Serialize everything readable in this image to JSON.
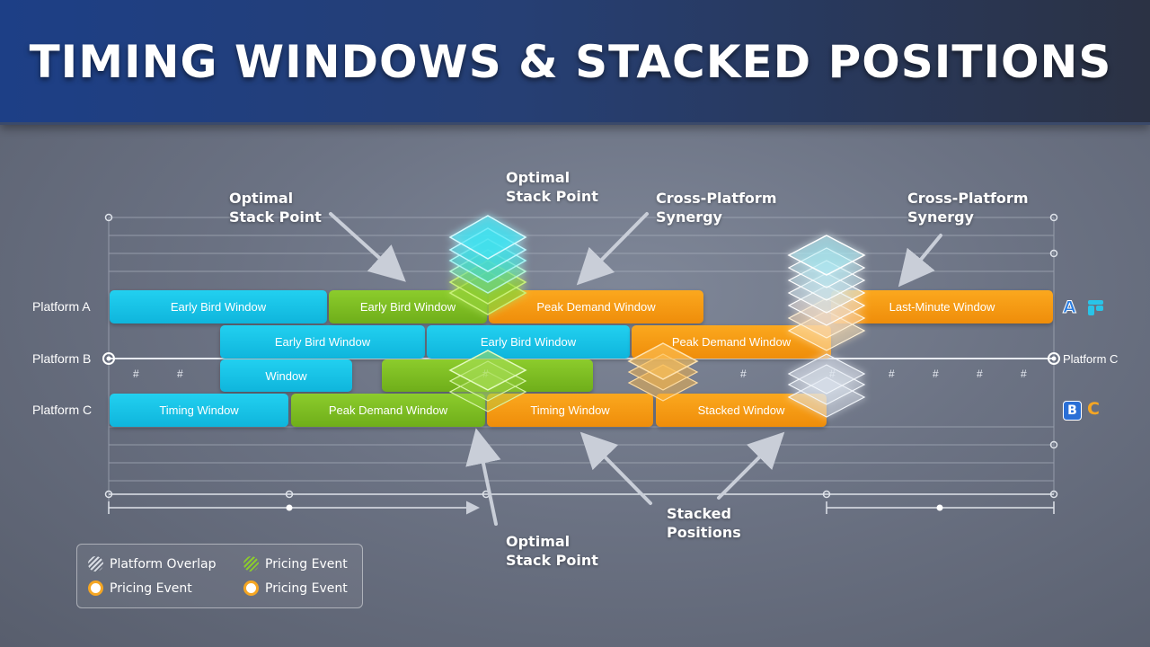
{
  "header": {
    "title": "TIMING WINDOWS & STACKED POSITIONS"
  },
  "rows": {
    "platform_a": "Platform A",
    "platform_b": "Platform B",
    "platform_c": "Platform C",
    "right_b": "Platform C"
  },
  "bars": {
    "a1": "Early Bird Window",
    "a2": "Early Bird Window",
    "a3": "Peak Demand Window",
    "a4": "Last-Minute Window",
    "b1": "Early Bird Window",
    "b2": "Early Bird Window",
    "b3": "Peak Demand Window",
    "b4": "Window",
    "c1": "Timing Window",
    "c2": "Peak Demand Window",
    "c3": "Timing Window",
    "c4": "Stacked Window"
  },
  "annotations": {
    "optimal_1": "Optimal\nStack Point",
    "optimal_2": "Optimal\nStack Point",
    "synergy_1": "Cross-Platform\nSynergy",
    "synergy_2": "Cross-Platform\nSynergy",
    "optimal_3": "Optimal\nStack Point",
    "stacked": "Stacked\nPositions"
  },
  "marker": "#",
  "logos": {
    "a": "A",
    "b": "B",
    "c": "C"
  },
  "legend": {
    "platform_overlap": "Platform Overlap",
    "pricing_event_1": "Pricing Event",
    "pricing_event_2": "Pricing Event",
    "pricing_event_3": "Pricing Event"
  },
  "colors": {
    "cyan": "#16c3e6",
    "green": "#7cbd22",
    "orange": "#f59a14",
    "header": "#1d3f86"
  }
}
